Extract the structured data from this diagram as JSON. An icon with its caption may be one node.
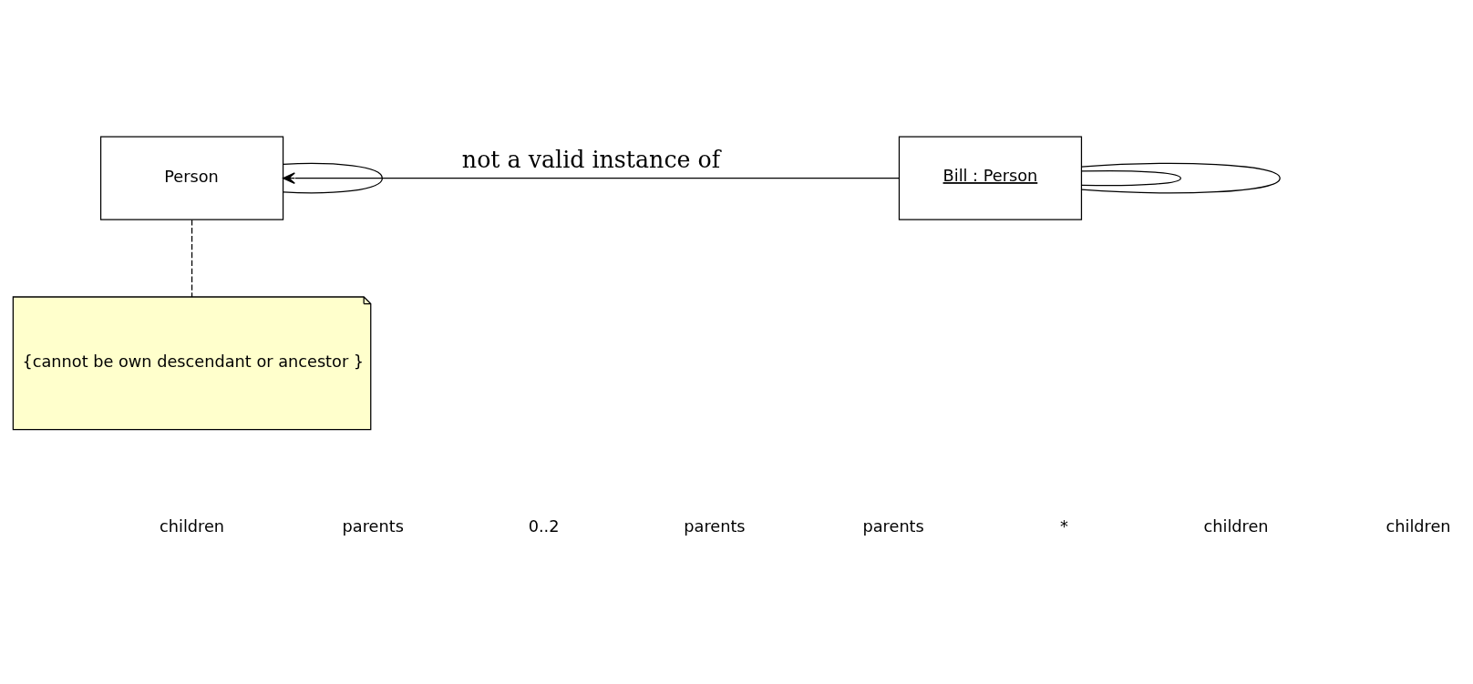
{
  "diagram": {
    "nodes": [
      {
        "text": [
          "Person"
        ]
      },
      {
        "text": [
          "Bill : Person"
        ]
      },
      {
        "text": [
          "{cannot be own descendant or ancestor }"
        ]
      }
    ],
    "edges": [
      {
        "from": 0,
        "to": 0,
        "arrow": "none"
      },
      {
        "from": 1,
        "to": 1,
        "arrow": "none"
      },
      {
        "from": 1,
        "to": 1,
        "arrow": "none"
      },
      {
        "from": 1,
        "to": 0,
        "arrow": "to",
        "label": "not a valid instance of"
      },
      {
        "from": 0,
        "to": 2,
        "arrow": "none",
        "style": "dashed"
      }
    ],
    "labels": [
      "children",
      "parents",
      "0..2",
      "parents",
      "parents",
      "*",
      "children",
      "children"
    ]
  }
}
